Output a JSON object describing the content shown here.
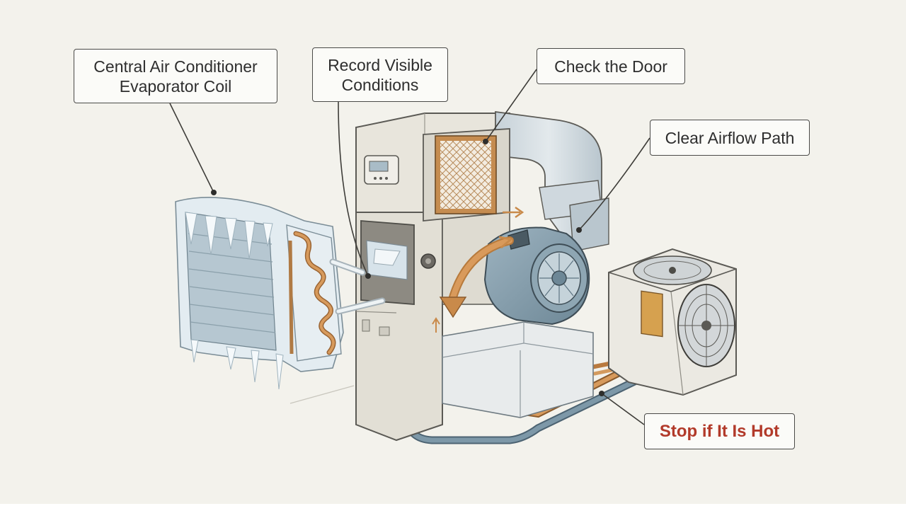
{
  "callouts": {
    "evaporator": {
      "line1": "Central Air Conditioner",
      "line2": "Evaporator Coil"
    },
    "record": {
      "line1": "Record Visible",
      "line2": "Conditions"
    },
    "door": {
      "label": "Check the Door"
    },
    "airflow": {
      "label": "Clear Airflow Path"
    },
    "hot": {
      "label": "Stop if It Is Hot"
    }
  },
  "colors": {
    "background": "#f3f2ec",
    "cabinet": "#e4e1d8",
    "copper": "#cc8a4a",
    "blower_blue": "#7f9aaa",
    "ice": "#e7f0f5",
    "pipe_blue": "#6b8797",
    "warning_text": "#b23a2a",
    "outline": "#4a4a48"
  },
  "icons": [
    "ice-covered-coil",
    "furnace-cabinet",
    "air-filter",
    "blower-fan",
    "airflow-arrow",
    "thermostat-panel",
    "condenser-unit",
    "refrigerant-lines"
  ]
}
